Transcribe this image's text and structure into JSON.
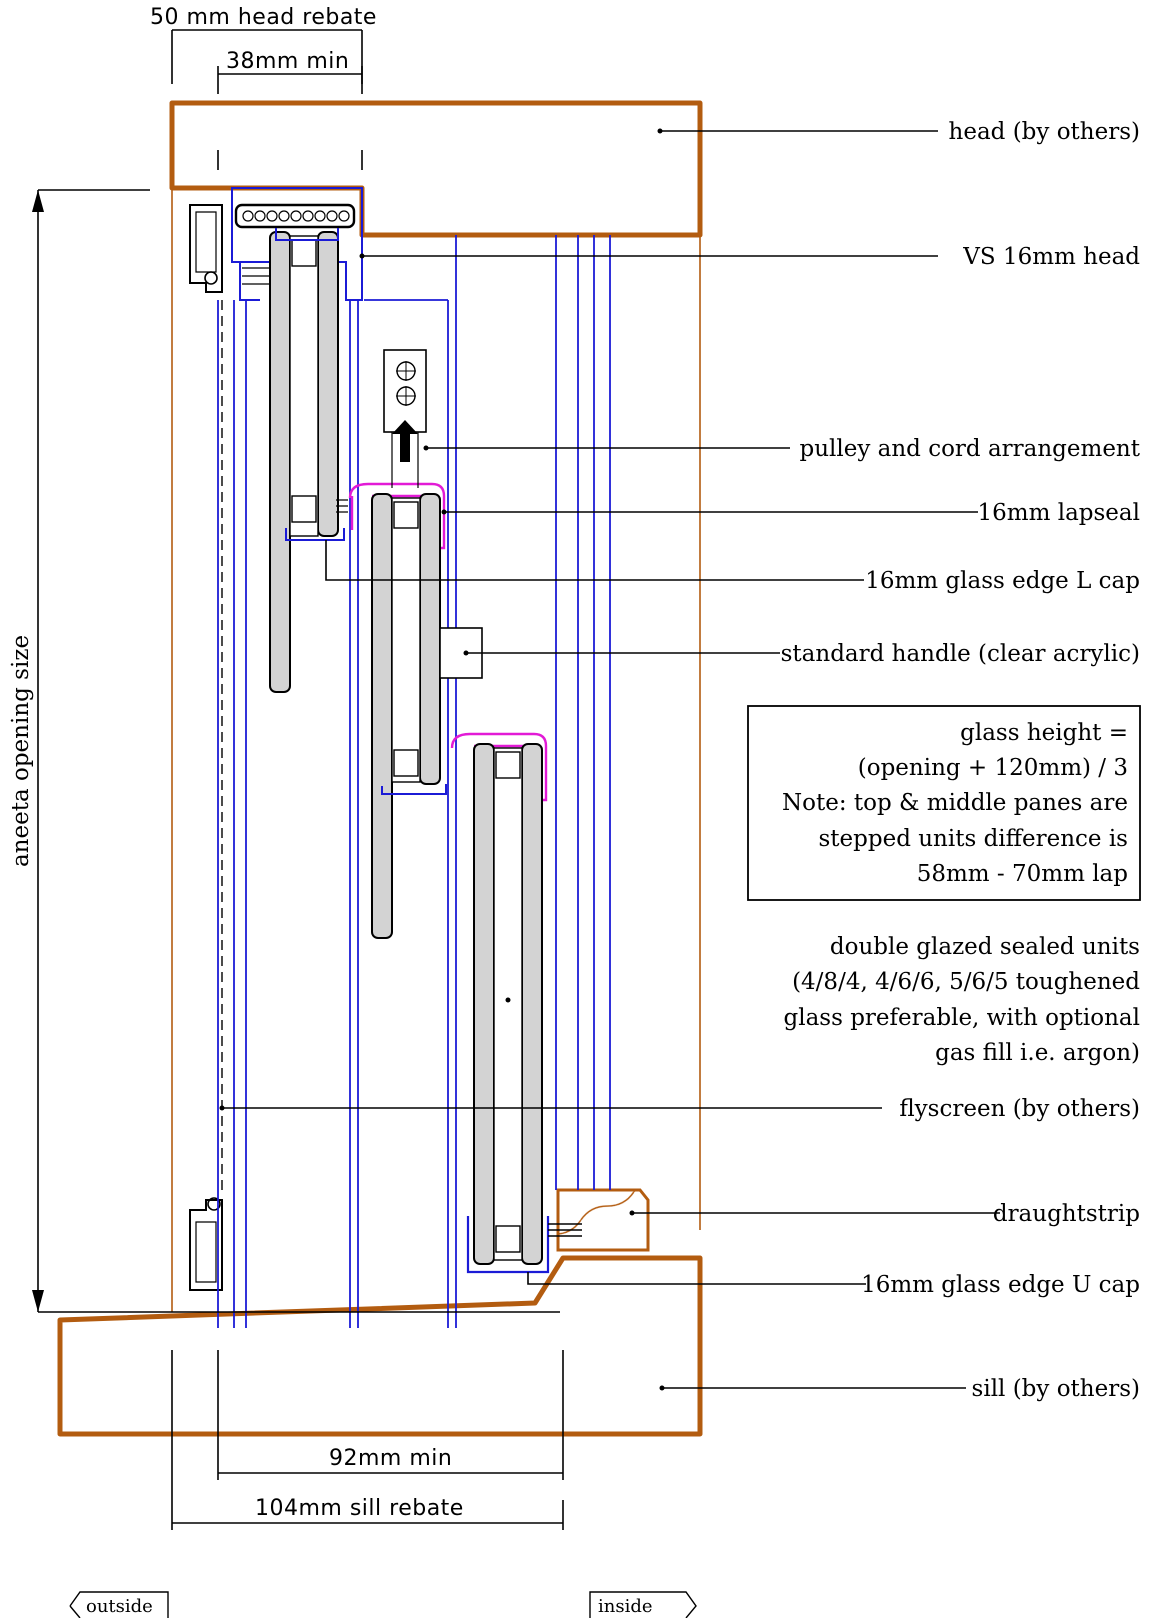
{
  "colors": {
    "timber": "#b35c10",
    "frame": "#1b1bd6",
    "lapseal": "#e21ad6",
    "glass": "#d3d3d3",
    "ink": "#000000"
  },
  "dimensions": {
    "head_rebate": "50 mm head rebate",
    "head_min": "38mm min",
    "sill_min": "92mm min",
    "sill_rebate": "104mm sill rebate",
    "opening_size": "aneeta opening size"
  },
  "labels": {
    "head": "head (by others)",
    "vs_head": "VS 16mm head",
    "pulley": "pulley and cord arrangement",
    "lapseal": "16mm lapseal",
    "l_cap": "16mm glass edge L cap",
    "handle": "standard handle (clear acrylic)",
    "double_glazed": [
      "double glazed sealed units",
      "(4/8/4, 4/6/6, 5/6/5 toughened",
      "glass preferable, with optional",
      "gas fill i.e. argon)"
    ],
    "flyscreen": "flyscreen (by others)",
    "draughtstrip": "draughtstrip",
    "u_cap": "16mm glass edge U cap",
    "sill": "sill (by others)"
  },
  "note": {
    "lines": [
      "glass height =",
      "(opening + 120mm) / 3",
      "Note: top & middle panes are",
      "stepped units difference is",
      "58mm - 70mm lap"
    ]
  },
  "orientation": {
    "outside": "outside",
    "inside": "inside"
  }
}
